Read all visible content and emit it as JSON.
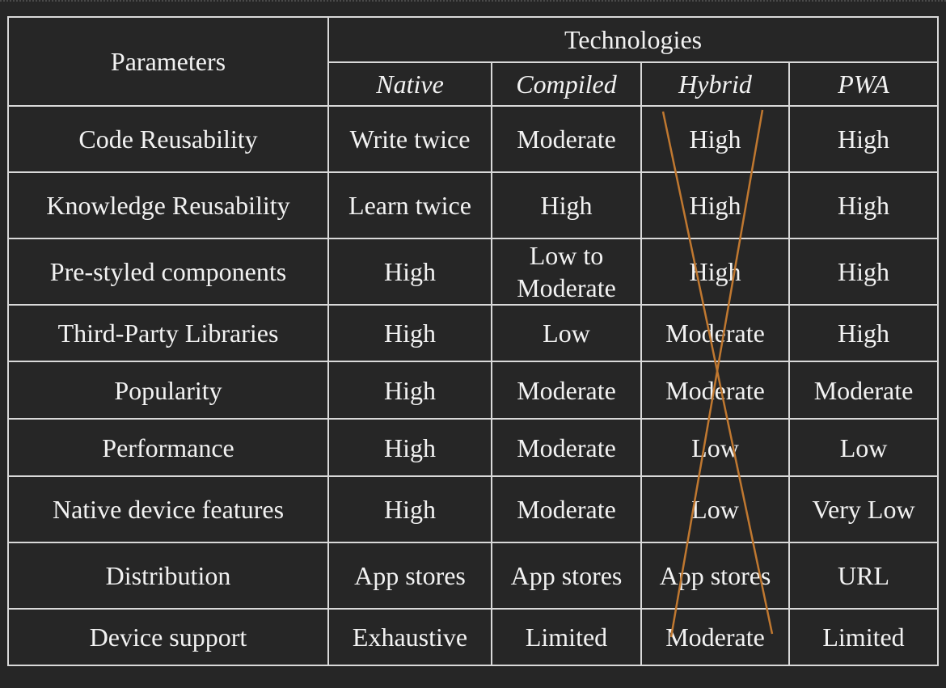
{
  "header": {
    "parameters": "Parameters",
    "technologies": "Technologies",
    "columns": [
      "Native",
      "Compiled",
      "Hybrid",
      "PWA"
    ]
  },
  "rows": [
    {
      "param": "Code Reusability",
      "values": [
        "Write twice",
        "Moderate",
        "High",
        "High"
      ]
    },
    {
      "param": "Knowledge Reusability",
      "values": [
        "Learn twice",
        "High",
        "High",
        "High"
      ]
    },
    {
      "param": "Pre-styled components",
      "values": [
        "High",
        "Low to Moderate",
        "High",
        "High"
      ]
    },
    {
      "param": "Third-Party Libraries",
      "values": [
        "High",
        "Low",
        "Moderate",
        "High"
      ]
    },
    {
      "param": "Popularity",
      "values": [
        "High",
        "Moderate",
        "Moderate",
        "Moderate"
      ]
    },
    {
      "param": "Performance",
      "values": [
        "High",
        "Moderate",
        "Low",
        "Low"
      ]
    },
    {
      "param": "Native device features",
      "values": [
        "High",
        "Moderate",
        "Low",
        "Very Low"
      ]
    },
    {
      "param": "Distribution",
      "values": [
        "App stores",
        "App stores",
        "App stores",
        "URL"
      ]
    },
    {
      "param": "Device support",
      "values": [
        "Exhaustive",
        "Limited",
        "Moderate",
        "Limited"
      ]
    }
  ],
  "annotation": {
    "crossed_column": "Hybrid",
    "cross_color": "#c07830"
  }
}
